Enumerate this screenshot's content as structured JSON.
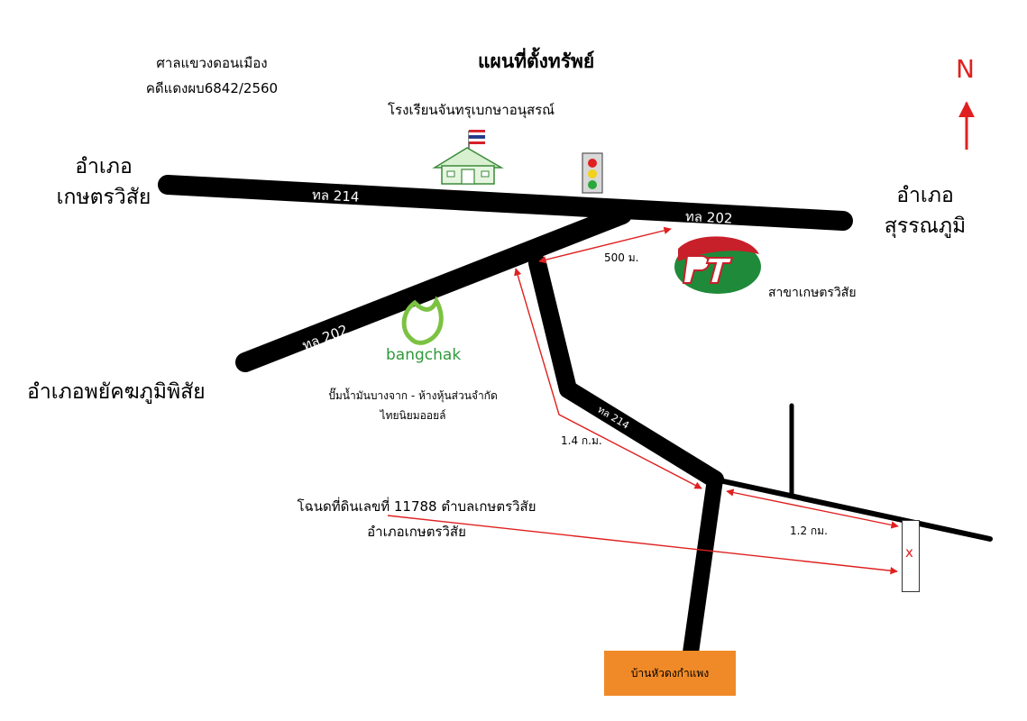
{
  "map": {
    "title": "แผนที่ตั้งทรัพย์",
    "court": {
      "name": "ศาลแขวงดอนเมือง",
      "case": "คดีแดงผบ6842/2560"
    },
    "north_label": "N",
    "districts": {
      "left_line1": "อำเภอ",
      "left_line2": "เกษตรวิสัย",
      "right_line1": "อำเภอ",
      "right_line2": "สุรรณภูมิ",
      "south": "อำเภอพยัคฆภูมิพิสัย"
    },
    "landmarks": {
      "school": "โรงเรียนจันทรุเบกษาอนุสรณ์",
      "bangchak_brand": "bangchak",
      "station_line1": "ปั๊มน้ำมันบางจาก - ห้างหุ้นส่วนจำกัด",
      "station_line2": "ไทยนิยมออยล์",
      "branch": "สาขาเกษตรวิสัย",
      "village": "บ้านหัวดงกำแพง"
    },
    "roads": {
      "r214_top": "ทล 214",
      "r202_right": "ทล 202",
      "r202_left": "ทล 202",
      "r214_south": "ทล 214"
    },
    "distances": {
      "d1": "500 ม.",
      "d2": "1.4 ก.ม.",
      "d3": "1.2 กม."
    },
    "deed": {
      "line1": "โฉนดที่ดินเลขที่ 11788 ตำบลเกษตรวิสัย",
      "line2": "อำเภอเกษตรวิสัย"
    },
    "site_mark": "x",
    "colors": {
      "road": "#000000",
      "arrow": "#e02020",
      "village_box": "#f08a28",
      "bangchak_green": "#2f9a3b",
      "pt_red": "#c8202a",
      "pt_green": "#1f8a3a"
    },
    "icons": [
      "school-icon",
      "flag-icon",
      "traffic-light-icon",
      "bangchak-logo-icon",
      "pt-logo-icon",
      "north-arrow-icon"
    ]
  }
}
